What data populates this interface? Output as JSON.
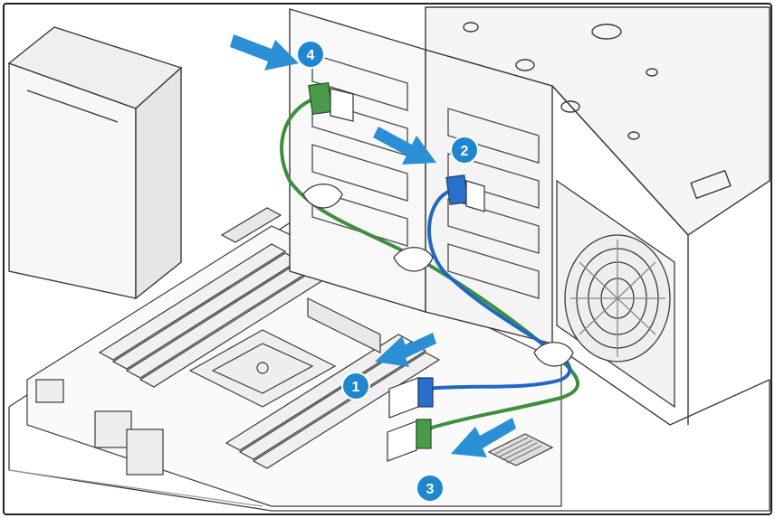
{
  "colors": {
    "frame": "#222222",
    "line": "#3a3a3a",
    "light_line": "#9a9a9a",
    "face": "#f7f7f7",
    "shade": "#e6e6e6",
    "arrow": "#2b8fd6",
    "badge": "#1f86d0",
    "cable_green": "#3d8f3d",
    "cable_blue": "#2266c4",
    "connector_green": "#4a9a4a",
    "connector_blue": "#2a6fc9"
  },
  "callouts": [
    {
      "id": "1",
      "label": "1"
    },
    {
      "id": "2",
      "label": "2"
    },
    {
      "id": "3",
      "label": "3"
    },
    {
      "id": "4",
      "label": "4"
    }
  ],
  "icons": [
    "arrow-icon",
    "callout-badge-icon",
    "sata-connector-icon",
    "fan-icon"
  ]
}
